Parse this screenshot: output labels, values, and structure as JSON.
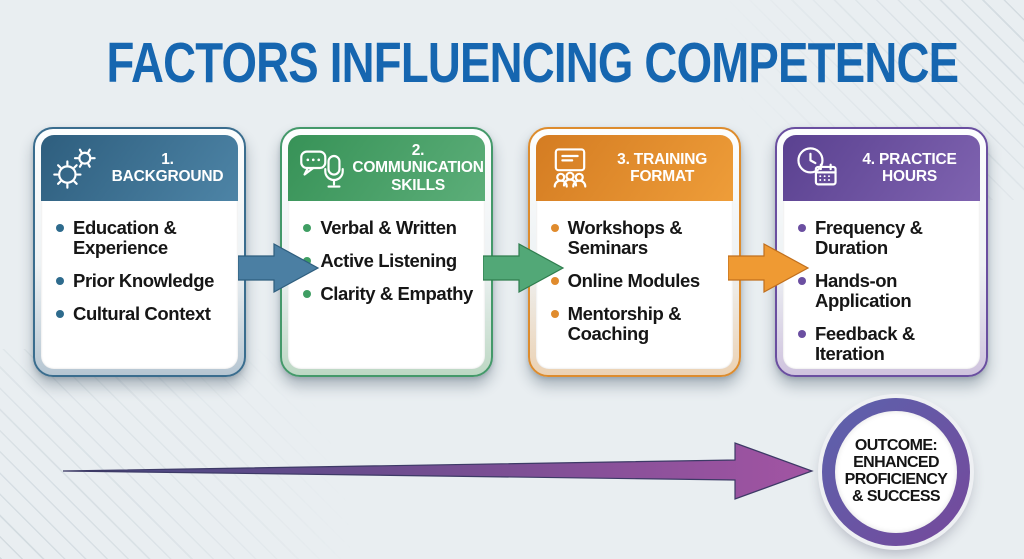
{
  "title": "FACTORS INFLUENCING COMPETENCE",
  "title_color": "#1666b0",
  "background_color": "#e9eef1",
  "cards": [
    {
      "header": "1. BACKGROUND",
      "icon": "gears-icon",
      "items": [
        "Education & Experience",
        "Prior Knowledge",
        "Cultural Context"
      ],
      "colors": {
        "border": "#3a6d8e",
        "header_from": "#2e5e7e",
        "header_to": "#4d84a6",
        "bullet": "#2e6b8d",
        "frame": "#b6c6d2"
      }
    },
    {
      "header": "2. COMMUNICATION SKILLS",
      "icon": "chat-microphone-icon",
      "items": [
        "Verbal & Written",
        "Active Listening",
        "Clarity & Empathy"
      ],
      "colors": {
        "border": "#44996a",
        "header_from": "#379257",
        "header_to": "#5cae79",
        "bullet": "#3f9e63",
        "frame": "#bdd8c4"
      }
    },
    {
      "header": "3. TRAINING FORMAT",
      "icon": "presentation-audience-icon",
      "items": [
        "Workshops & Seminars",
        "Online Modules",
        "Mentorship & Coaching"
      ],
      "colors": {
        "border": "#dd8c2e",
        "header_from": "#d47c22",
        "header_to": "#ee9d39",
        "bullet": "#e08b2d",
        "frame": "#ecd2b4"
      }
    },
    {
      "header": "4. PRACTICE HOURS",
      "icon": "clock-calendar-icon",
      "items": [
        "Frequency & Duration",
        "Hands-on Application",
        "Feedback & Iteration"
      ],
      "colors": {
        "border": "#6a4fa0",
        "header_from": "#5a4190",
        "header_to": "#7f63b0",
        "bullet": "#6b4fa1",
        "frame": "#cfc3de"
      }
    }
  ],
  "connectors": [
    {
      "color": "#4b7fa3",
      "stroke": "#2e5e7e"
    },
    {
      "color": "#52a877",
      "stroke": "#2f7d4e"
    },
    {
      "color": "#ef9a33",
      "stroke": "#c06f1d"
    }
  ],
  "outcome_arrow": {
    "from": "#45477f",
    "to": "#a254a3",
    "stroke": "#3d3a66"
  },
  "outcome_circle": {
    "ring_from": "#5b63ad",
    "ring_to": "#76489b",
    "lines": [
      "OUTCOME:",
      "ENHANCED",
      "PROFICIENCY",
      "& SUCCESS"
    ]
  }
}
